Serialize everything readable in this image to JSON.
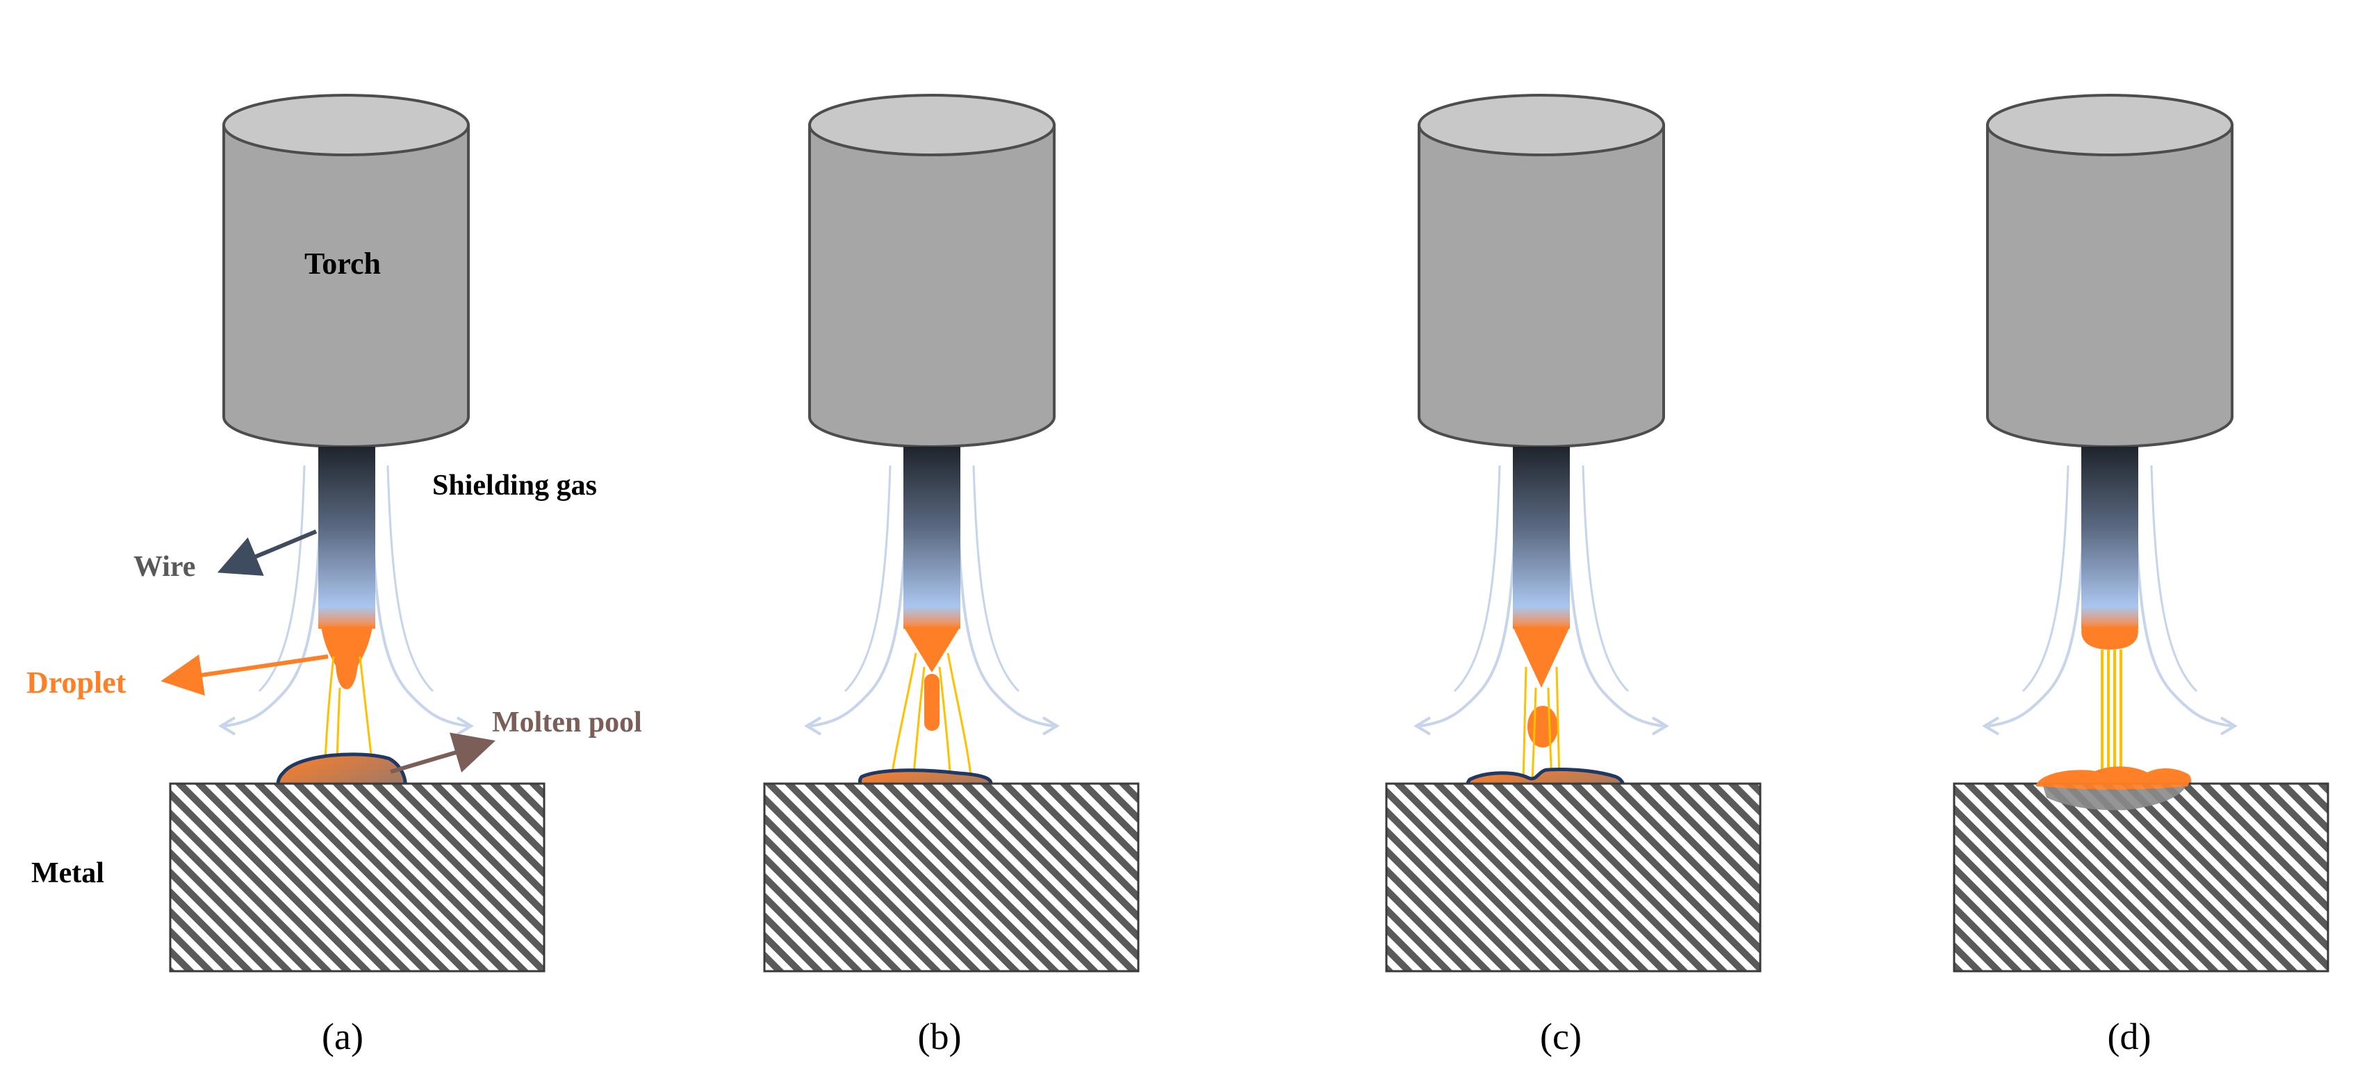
{
  "labels": {
    "torch": "Torch",
    "shielding_gas": "Shielding gas",
    "wire": "Wire",
    "droplet": "Droplet",
    "molten_pool": "Molten pool",
    "metal": "Metal"
  },
  "panels": [
    {
      "caption": "(a)"
    },
    {
      "caption": "(b)"
    },
    {
      "caption": "(c)"
    },
    {
      "caption": "(d)"
    }
  ],
  "colors": {
    "torch_side": "#a6a6a6",
    "torch_top": "#c8c8c8",
    "torch_outline": "#4d4d4d",
    "wire_top": "#1f242b",
    "wire_bottom": "#aac6ee",
    "droplet": "#ff7f27",
    "arc": "#ffc000",
    "pool_outline": "#1f3864",
    "gas": "#c6d4ec",
    "metal_fill": "#5a5a5a",
    "wire_label": "#595959",
    "molten_label": "#7b5e57",
    "black": "#000000"
  }
}
